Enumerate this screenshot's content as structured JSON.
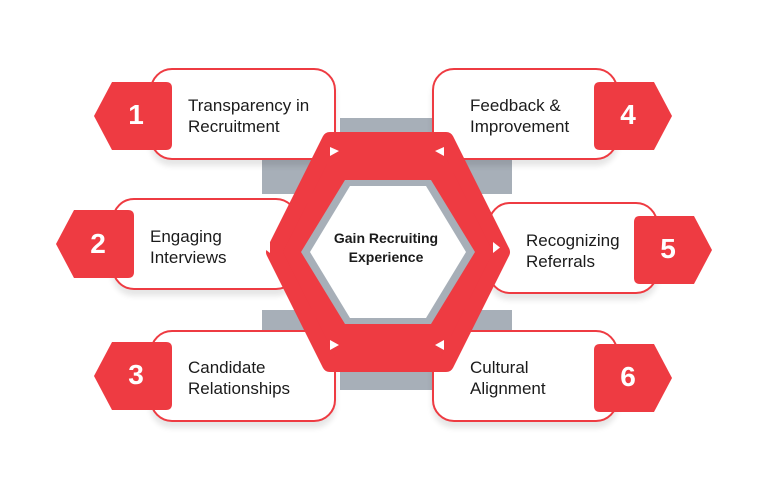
{
  "center": {
    "title_line1": "Gain Recruiting",
    "title_line2": "Experience"
  },
  "items": [
    {
      "number": "1",
      "line1": "Transparency in",
      "line2": "Recruitment"
    },
    {
      "number": "2",
      "line1": "Engaging",
      "line2": "Interviews"
    },
    {
      "number": "3",
      "line1": "Candidate",
      "line2": "Relationships"
    },
    {
      "number": "4",
      "line1": "Feedback &",
      "line2": "Improvement"
    },
    {
      "number": "5",
      "line1": "Recognizing",
      "line2": "Referrals"
    },
    {
      "number": "6",
      "line1": "Cultural",
      "line2": "Alignment"
    }
  ],
  "colors": {
    "accent": "#ee3b42",
    "connector": "#a7afb8",
    "text": "#1b1b1b",
    "badge_text": "#ffffff"
  }
}
